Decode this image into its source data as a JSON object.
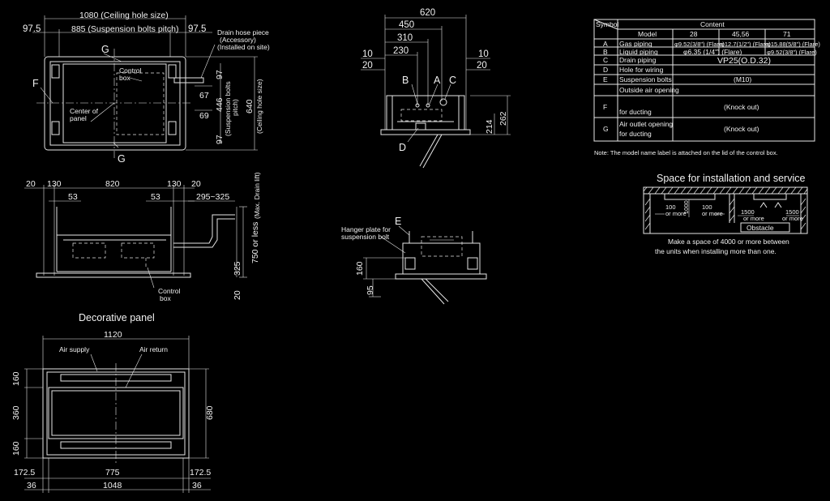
{
  "top_view": {
    "dim_ceiling_hole": "1080 (Ceiling hole size)",
    "dim_bolt_pitch": "885 (Suspension bolts pitch)",
    "dim_left": "97.5",
    "dim_right": "97.5",
    "drain_hose_1": "Drain hose piece",
    "drain_hose_2": "(Accessory)",
    "drain_hose_3": "(Installed on site)",
    "letter_g_top": "G",
    "letter_g_bottom": "G",
    "letter_f": "F",
    "control_box_1": "Control",
    "control_box_2": "box",
    "center_panel_1": "Center of",
    "center_panel_2": "panel",
    "dim_97a": "97",
    "dim_67": "67",
    "dim_69": "69",
    "dim_97b": "97",
    "dim_446": "446",
    "susp_pitch_1": "(Suspension bolts",
    "susp_pitch_2": "pitch)",
    "dim_640": "640",
    "ceiling_hole_size": "(Ceiling hole size)"
  },
  "front_view": {
    "d20a": "20",
    "d130a": "130",
    "d820": "820",
    "d130b": "130",
    "d20b": "20",
    "d53a": "53",
    "d53b": "53",
    "d295": "295~325",
    "max_drain": "(Max. Drain lift)",
    "d750": "750 or less",
    "d325": "325",
    "d20c": "20",
    "control_box_1": "Control",
    "control_box_2": "box"
  },
  "panel_view": {
    "title": "Decorative panel",
    "d1120": "1120",
    "air_supply": "Air supply",
    "air_return": "Air return",
    "d160a": "160",
    "d360": "360",
    "d160b": "160",
    "d680": "680",
    "d172a": "172.5",
    "d775": "775",
    "d172b": "172.5",
    "d36a": "36",
    "d1048": "1048",
    "d36b": "36"
  },
  "side_view": {
    "d620": "620",
    "d450": "450",
    "d310": "310",
    "d230": "230",
    "d10a": "10",
    "d20a": "20",
    "d10b": "10",
    "d20b": "20",
    "label_b": "B",
    "label_a": "A",
    "label_c": "C",
    "label_d": "D",
    "d214": "214",
    "d262": "262"
  },
  "hanger_view": {
    "label_e": "E",
    "hanger_1": "Hanger plate for",
    "hanger_2": "suspension bolt",
    "d160": "160",
    "d95": "95"
  },
  "spec_table": {
    "header_symbol": "Symbol",
    "header_content": "Content",
    "model_label": "Model",
    "models": [
      "28",
      "45,56",
      "71"
    ],
    "rows": [
      {
        "sym": "A",
        "item": "Gas piping",
        "c1": "φ9.52(3/8\") (Flare)",
        "c2": "φ12.7(1/2\") (Flare)",
        "c3": "φ15.88(5/8\") (Flare)"
      },
      {
        "sym": "B",
        "item": "Liquid piping",
        "span": "φ6.35 (1/4\") (Flare)",
        "c3": "φ9.52(3/8\") (Flare)"
      },
      {
        "sym": "C",
        "item": "Drain piping",
        "span": "VP25(O.D.32)"
      },
      {
        "sym": "D",
        "item": "Hole for wiring",
        "span": ""
      },
      {
        "sym": "E",
        "item": "Suspension bolts",
        "span": "(M10)"
      },
      {
        "sym": "F",
        "item": "Outside air opening",
        "item2": "for ducting",
        "span": "(Knock out)"
      },
      {
        "sym": "G",
        "item": "Air outlet opening",
        "item2": "for ducting",
        "span": "(Knock out)"
      }
    ],
    "note": "Note: The model name label is attached on the lid of the control box."
  },
  "space_view": {
    "title": "Space for installation and service",
    "l100a": "100",
    "l100b": "100",
    "l1000": "1000",
    "or_more_a": "or more",
    "or_more_b": "or more",
    "l1500a": "1500",
    "l1500b": "1500",
    "or_more_c": "or more",
    "or_more_d": "or more",
    "obstacle": "Obstacle",
    "note_1": "Make a space of 4000 or more between",
    "note_2": "the units when installing more than one."
  },
  "colors": {
    "background": "#000000",
    "line": "#e6e6e6"
  }
}
